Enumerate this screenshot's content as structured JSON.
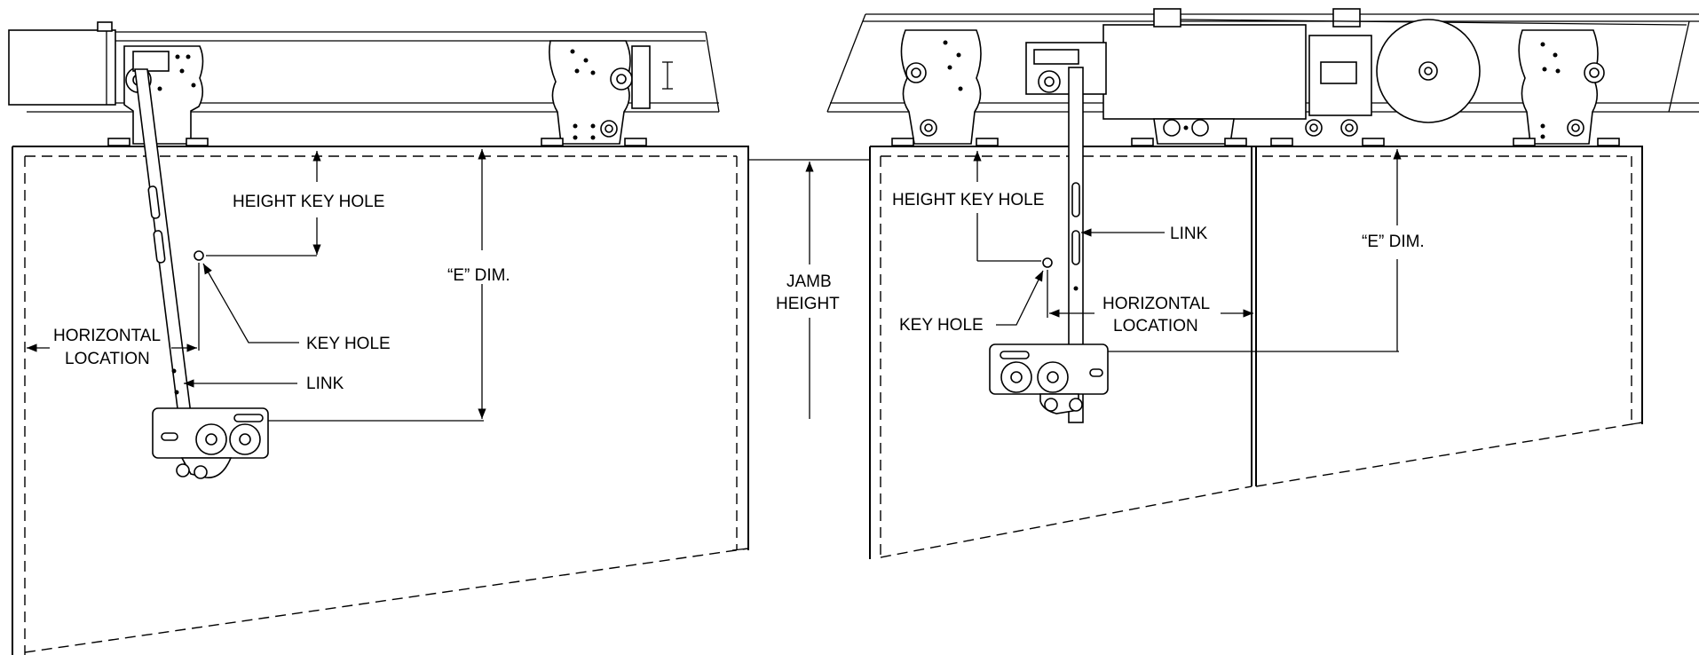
{
  "colors": {
    "line": "#000000",
    "background": "#ffffff"
  },
  "left_panel": {
    "height_key_hole": "HEIGHT KEY HOLE",
    "e_dim": "“E” DIM.",
    "horizontal_line1": "HORIZONTAL",
    "horizontal_line2": "LOCATION",
    "key_hole": "KEY HOLE",
    "link": "LINK"
  },
  "center": {
    "jamb_line1": "JAMB",
    "jamb_line2": "HEIGHT"
  },
  "right_panel": {
    "height_key_hole": "HEIGHT KEY HOLE",
    "link": "LINK",
    "e_dim": "“E” DIM.",
    "horizontal_line1": "HORIZONTAL",
    "horizontal_line2": "LOCATION",
    "key_hole": "KEY HOLE"
  }
}
